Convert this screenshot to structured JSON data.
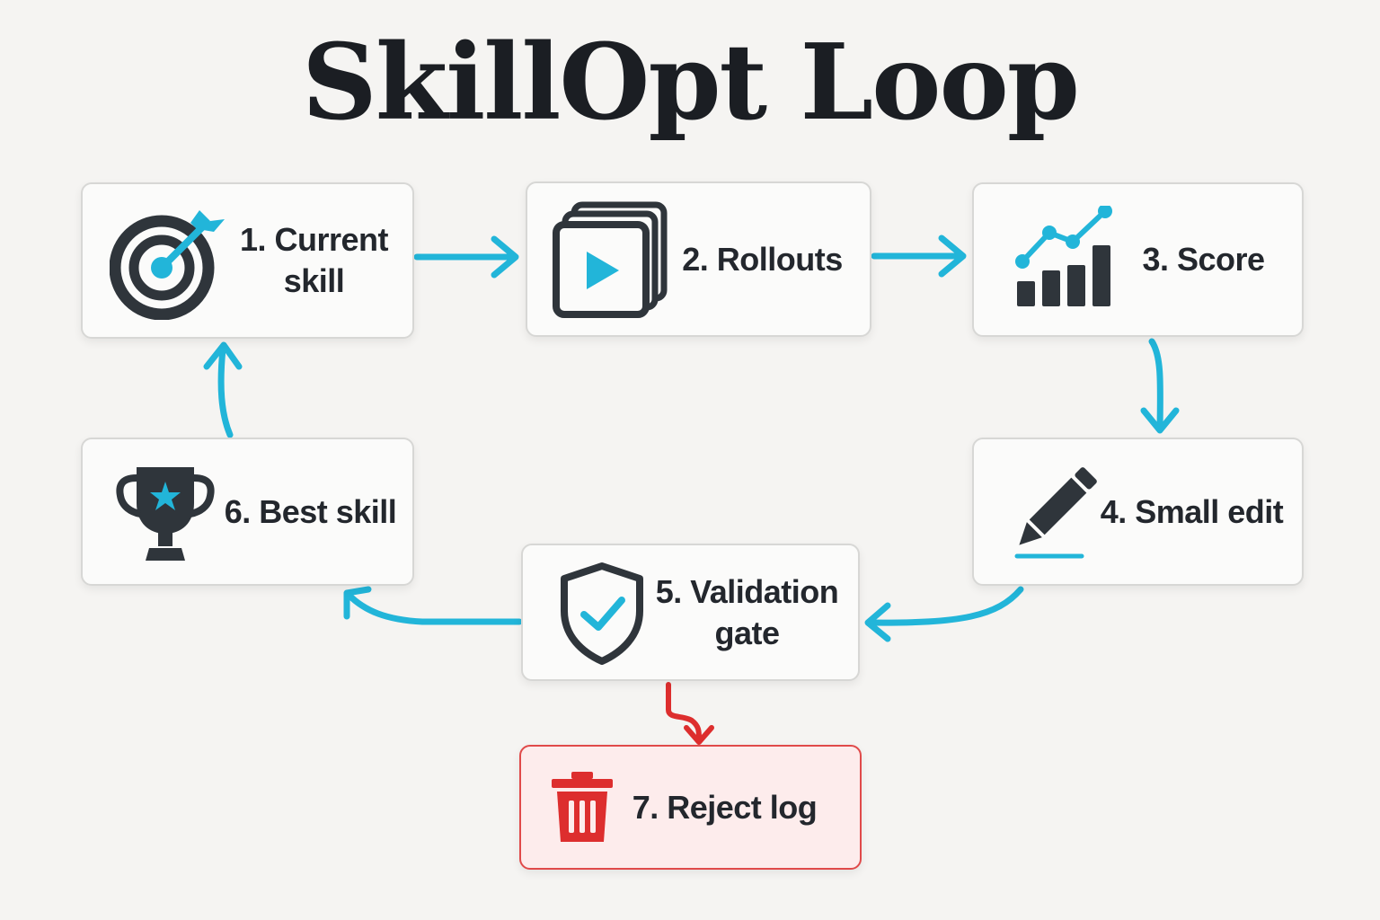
{
  "title": "SkillOpt Loop",
  "colors": {
    "accent": "#22b5d9",
    "icon_dark": "#2f353b",
    "reject": "#dd2e2e",
    "reject_background": "#fdecec",
    "card_background": "#fbfbfa",
    "page_background": "#f5f4f2"
  },
  "steps": [
    {
      "id": "1",
      "label_lines": [
        "1. Current",
        "skill"
      ],
      "icon": "target-icon"
    },
    {
      "id": "2",
      "label_lines": [
        "2. Rollouts"
      ],
      "icon": "rollouts-play-icon"
    },
    {
      "id": "3",
      "label_lines": [
        "3. Score"
      ],
      "icon": "bar-chart-icon"
    },
    {
      "id": "4",
      "label_lines": [
        "4. Small edit"
      ],
      "icon": "pencil-icon"
    },
    {
      "id": "5",
      "label_lines": [
        "5. Validation",
        "gate"
      ],
      "icon": "shield-check-icon"
    },
    {
      "id": "6",
      "label_lines": [
        "6. Best skill"
      ],
      "icon": "trophy-icon"
    },
    {
      "id": "7",
      "label_lines": [
        "7. Reject log"
      ],
      "icon": "trash-icon"
    }
  ],
  "connections": [
    {
      "from": "1",
      "to": "2",
      "style": "accent"
    },
    {
      "from": "2",
      "to": "3",
      "style": "accent"
    },
    {
      "from": "3",
      "to": "4",
      "style": "accent"
    },
    {
      "from": "4",
      "to": "5",
      "style": "accent"
    },
    {
      "from": "5",
      "to": "6",
      "style": "accent"
    },
    {
      "from": "6",
      "to": "1",
      "style": "accent"
    },
    {
      "from": "5",
      "to": "7",
      "style": "reject"
    }
  ]
}
